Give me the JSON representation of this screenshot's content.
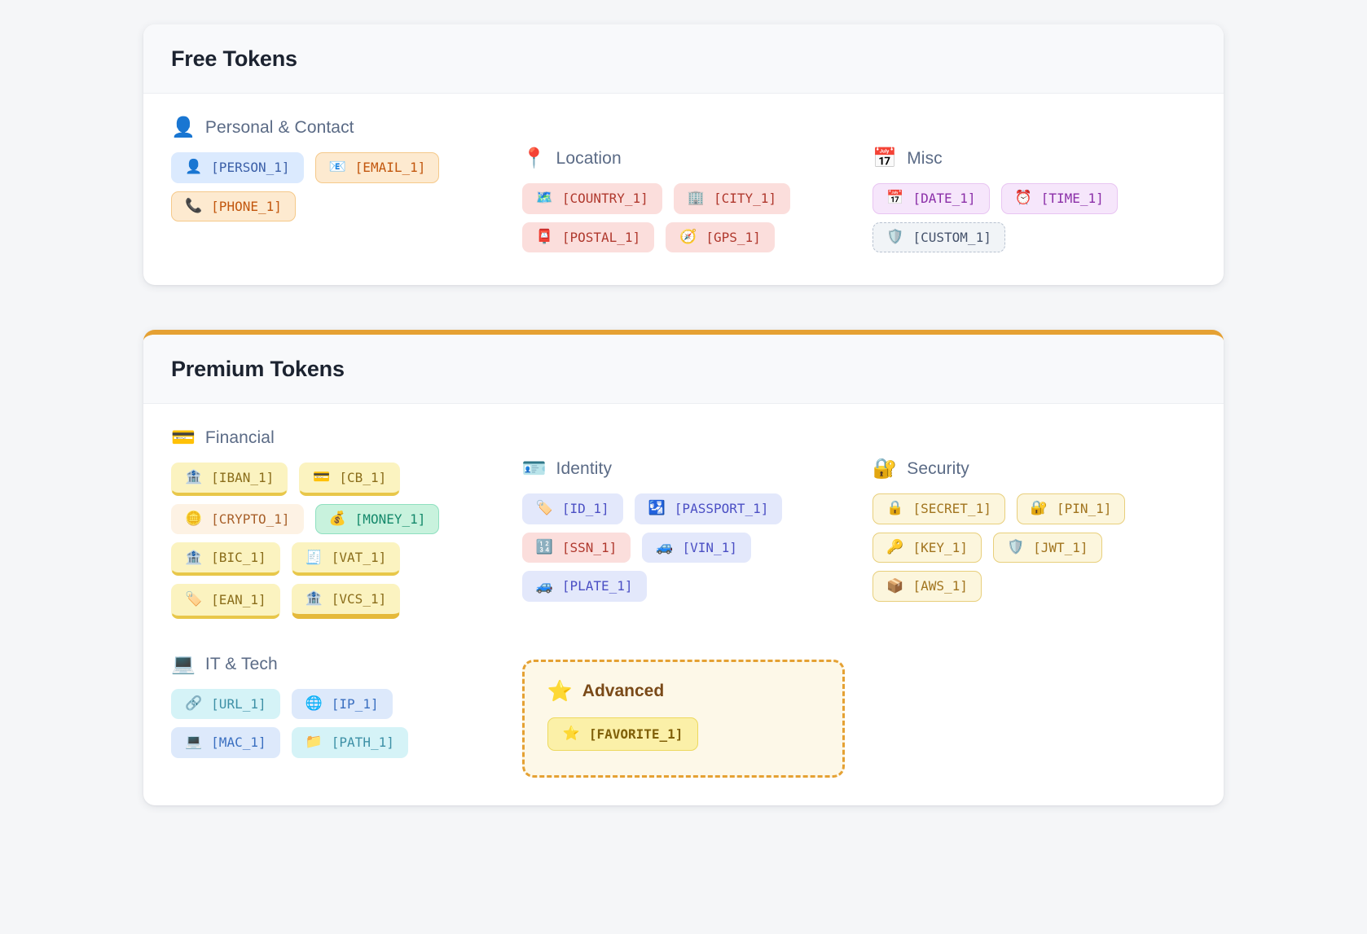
{
  "free_section": {
    "title": "Free Tokens",
    "groups": [
      {
        "name": "Personal & Contact",
        "icon": "person-silhouette-icon",
        "emoji": "👤",
        "tokens": [
          {
            "label": "[PERSON_1]",
            "emoji": "👤",
            "icon": "person-icon",
            "style": "v-blue"
          },
          {
            "label": "[EMAIL_1]",
            "emoji": "📧",
            "icon": "email-icon",
            "style": "v-orange"
          },
          {
            "label": "[PHONE_1]",
            "emoji": "📞",
            "icon": "phone-icon",
            "style": "v-orange"
          }
        ]
      },
      {
        "name": "Location",
        "icon": "map-pin-icon",
        "emoji": "📍",
        "tokens": [
          {
            "label": "[COUNTRY_1]",
            "emoji": "🗺️",
            "icon": "map-icon",
            "style": "v-pink"
          },
          {
            "label": "[CITY_1]",
            "emoji": "🏢",
            "icon": "building-icon",
            "style": "v-pink"
          },
          {
            "label": "[POSTAL_1]",
            "emoji": "📮",
            "icon": "postbox-icon",
            "style": "v-pink"
          },
          {
            "label": "[GPS_1]",
            "emoji": "🧭",
            "icon": "compass-icon",
            "style": "v-pink"
          }
        ]
      },
      {
        "name": "Misc",
        "icon": "calendar-icon",
        "emoji": "📅",
        "tokens": [
          {
            "label": "[DATE_1]",
            "emoji": "📅",
            "icon": "calendar-icon",
            "style": "v-lavender"
          },
          {
            "label": "[TIME_1]",
            "emoji": "⏰",
            "icon": "alarm-clock-icon",
            "style": "v-lavender"
          },
          {
            "label": "[CUSTOM_1]",
            "emoji": "🛡️",
            "icon": "shield-icon",
            "style": "v-dashed"
          }
        ]
      }
    ]
  },
  "premium_section": {
    "title": "Premium Tokens",
    "groups": [
      {
        "name": "Financial",
        "icon": "credit-card-icon",
        "emoji": "💳",
        "tokens": [
          {
            "label": "[IBAN_1]",
            "emoji": "🏦",
            "icon": "bank-icon",
            "style": "v-yellow"
          },
          {
            "label": "[CB_1]",
            "emoji": "💳",
            "icon": "credit-card-icon",
            "style": "v-yellow"
          },
          {
            "label": "[CRYPTO_1]",
            "emoji": "🪙",
            "icon": "coin-icon",
            "style": "v-cream"
          },
          {
            "label": "[MONEY_1]",
            "emoji": "💰",
            "icon": "money-bag-icon",
            "style": "v-green"
          },
          {
            "label": "[BIC_1]",
            "emoji": "🏦",
            "icon": "bank-icon",
            "style": "v-yellow"
          },
          {
            "label": "[VAT_1]",
            "emoji": "🧾",
            "icon": "receipt-icon",
            "style": "v-yellow"
          },
          {
            "label": "[EAN_1]",
            "emoji": "🏷️",
            "icon": "tag-icon",
            "style": "v-yellow"
          },
          {
            "label": "[VCS_1]",
            "emoji": "🏦",
            "icon": "bank-icon",
            "style": "v-yellow-hi"
          }
        ]
      },
      {
        "name": "Identity",
        "icon": "id-card-icon",
        "emoji": "🪪",
        "tokens": [
          {
            "label": "[ID_1]",
            "emoji": "🏷️",
            "icon": "tag-icon",
            "style": "v-indigo"
          },
          {
            "label": "[PASSPORT_1]",
            "emoji": "🛂",
            "icon": "passport-control-icon",
            "style": "v-indigo"
          },
          {
            "label": "[SSN_1]",
            "emoji": "🔢",
            "icon": "numbers-icon",
            "style": "v-pink"
          },
          {
            "label": "[VIN_1]",
            "emoji": "🚙",
            "icon": "car-icon",
            "style": "v-indigo"
          },
          {
            "label": "[PLATE_1]",
            "emoji": "🚙",
            "icon": "car-icon",
            "style": "v-indigo"
          }
        ]
      },
      {
        "name": "Security",
        "icon": "lock-with-key-icon",
        "emoji": "🔐",
        "tokens": [
          {
            "label": "[SECRET_1]",
            "emoji": "🔒",
            "icon": "lock-icon",
            "style": "v-gold"
          },
          {
            "label": "[PIN_1]",
            "emoji": "🔐",
            "icon": "lock-with-key-icon",
            "style": "v-gold"
          },
          {
            "label": "[KEY_1]",
            "emoji": "🔑",
            "icon": "key-icon",
            "style": "v-gold"
          },
          {
            "label": "[JWT_1]",
            "emoji": "🛡️",
            "icon": "shield-icon",
            "style": "v-gold"
          },
          {
            "label": "[AWS_1]",
            "emoji": "📦",
            "icon": "package-icon",
            "style": "v-gold"
          }
        ]
      }
    ],
    "it_group": {
      "name": "IT & Tech",
      "icon": "laptop-icon",
      "emoji": "💻",
      "tokens": [
        {
          "label": "[URL_1]",
          "emoji": "🔗",
          "icon": "link-icon",
          "style": "v-cyan"
        },
        {
          "label": "[IP_1]",
          "emoji": "🌐",
          "icon": "globe-icon",
          "style": "v-skyblue"
        },
        {
          "label": "[MAC_1]",
          "emoji": "💻",
          "icon": "laptop-icon",
          "style": "v-skyblue"
        },
        {
          "label": "[PATH_1]",
          "emoji": "📁",
          "icon": "folder-icon",
          "style": "v-cyan"
        }
      ]
    },
    "advanced": {
      "title": "Advanced",
      "icon": "star-icon",
      "emoji": "⭐",
      "tokens": [
        {
          "label": "[FAVORITE_1]",
          "emoji": "⭐",
          "icon": "star-icon",
          "style": "v-fav"
        }
      ]
    }
  },
  "colors": {
    "page_background": "#f5f6f8",
    "card_background": "#ffffff",
    "premium_accent": "#e5a133",
    "title_color": "#1c2330",
    "group_label_color": "#5b6b86",
    "advanced_border": "#e5a133",
    "advanced_background": "#fdf8e8"
  }
}
